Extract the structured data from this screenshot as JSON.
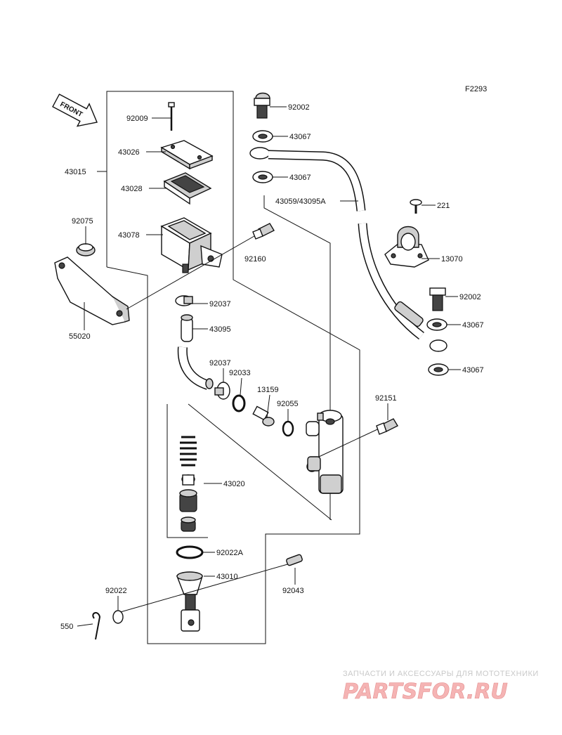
{
  "figure_code": "F2293",
  "front_label": "FRONT",
  "callouts": [
    {
      "id": "92009",
      "text": "92009"
    },
    {
      "id": "43026",
      "text": "43026"
    },
    {
      "id": "43028",
      "text": "43028"
    },
    {
      "id": "43015",
      "text": "43015"
    },
    {
      "id": "92075",
      "text": "92075"
    },
    {
      "id": "43078",
      "text": "43078"
    },
    {
      "id": "55020",
      "text": "55020"
    },
    {
      "id": "92160",
      "text": "92160"
    },
    {
      "id": "92037a",
      "text": "92037"
    },
    {
      "id": "43095",
      "text": "43095"
    },
    {
      "id": "92037b",
      "text": "92037"
    },
    {
      "id": "92033",
      "text": "92033"
    },
    {
      "id": "13159",
      "text": "13159"
    },
    {
      "id": "92055",
      "text": "92055"
    },
    {
      "id": "92151",
      "text": "92151"
    },
    {
      "id": "43020",
      "text": "43020"
    },
    {
      "id": "92022A",
      "text": "92022A"
    },
    {
      "id": "43010",
      "text": "43010"
    },
    {
      "id": "92043",
      "text": "92043"
    },
    {
      "id": "92022",
      "text": "92022"
    },
    {
      "id": "550",
      "text": "550"
    },
    {
      "id": "92002a",
      "text": "92002"
    },
    {
      "id": "43067a",
      "text": "43067"
    },
    {
      "id": "43067b",
      "text": "43067"
    },
    {
      "id": "43059",
      "text": "43059/43095A"
    },
    {
      "id": "221",
      "text": "221"
    },
    {
      "id": "13070",
      "text": "13070"
    },
    {
      "id": "92002b",
      "text": "92002"
    },
    {
      "id": "43067c",
      "text": "43067"
    },
    {
      "id": "43067d",
      "text": "43067"
    }
  ],
  "watermark": {
    "tagline": "ЗАПЧАСТИ И АКСЕССУАРЫ ДЛЯ МОТОТЕХНИКИ",
    "brand": "PARTSFOR.RU"
  }
}
